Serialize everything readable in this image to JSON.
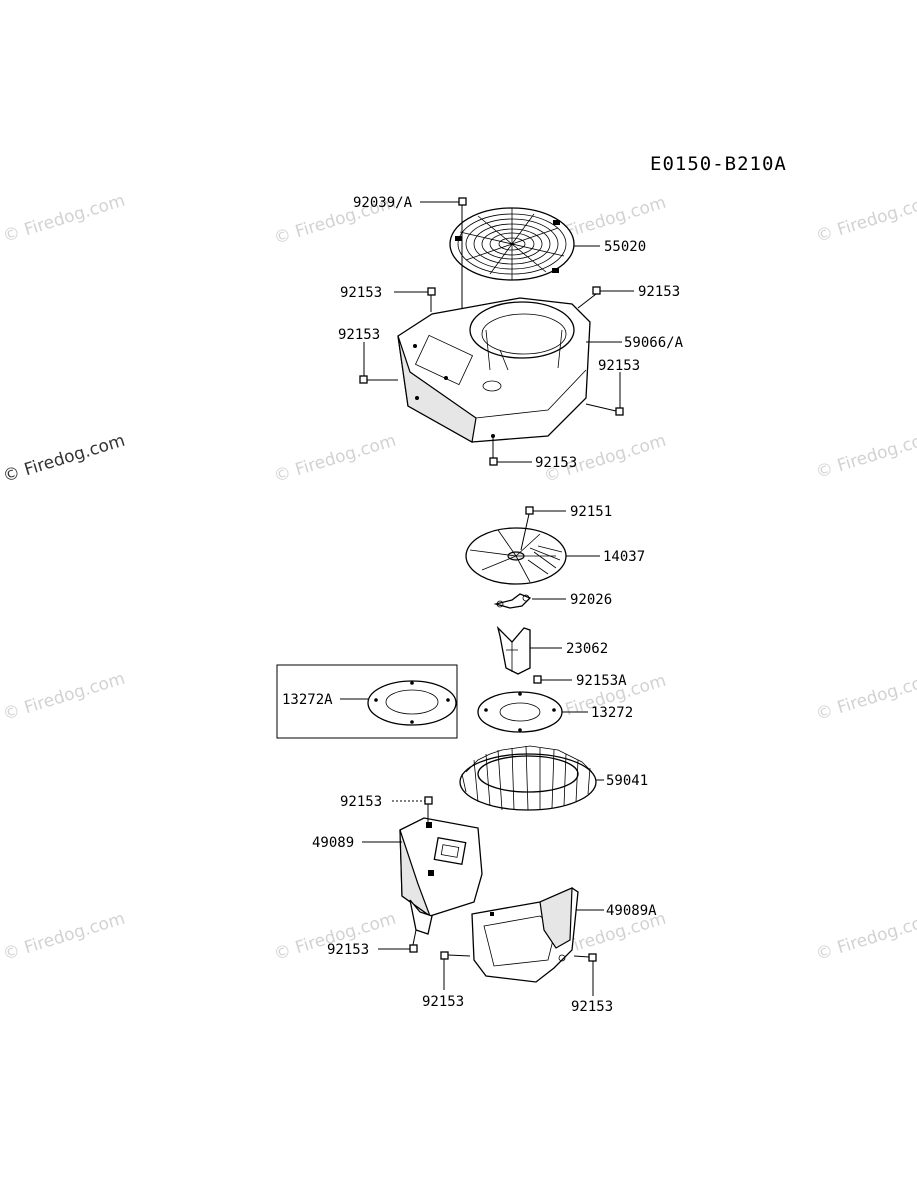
{
  "diagram_code": "E0150-B210A",
  "watermark": "© Firedog.com",
  "callouts": [
    {
      "id": "c1",
      "label": "92039/A"
    },
    {
      "id": "c2",
      "label": "55020"
    },
    {
      "id": "c3",
      "label": "92153"
    },
    {
      "id": "c4",
      "label": "92153"
    },
    {
      "id": "c5",
      "label": "92153"
    },
    {
      "id": "c6",
      "label": "59066/A"
    },
    {
      "id": "c7",
      "label": "92153"
    },
    {
      "id": "c8",
      "label": "92153"
    },
    {
      "id": "c9",
      "label": "92151"
    },
    {
      "id": "c10",
      "label": "14037"
    },
    {
      "id": "c11",
      "label": "92026"
    },
    {
      "id": "c12",
      "label": "23062"
    },
    {
      "id": "c13",
      "label": "92153A"
    },
    {
      "id": "c14",
      "label": "13272A"
    },
    {
      "id": "c15",
      "label": "13272"
    },
    {
      "id": "c16",
      "label": "59041"
    },
    {
      "id": "c17",
      "label": "92153"
    },
    {
      "id": "c18",
      "label": "49089"
    },
    {
      "id": "c19",
      "label": "49089A"
    },
    {
      "id": "c20",
      "label": "92153"
    },
    {
      "id": "c21",
      "label": "92153"
    },
    {
      "id": "c22",
      "label": "92153"
    }
  ]
}
